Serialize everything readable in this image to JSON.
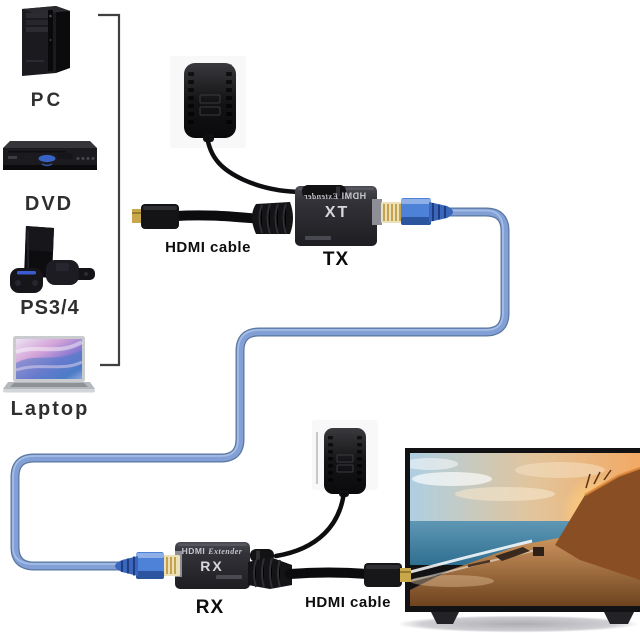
{
  "labels": {
    "pc": "PC",
    "dvd": "DVD",
    "ps34": "PS3/4",
    "laptop": "Laptop",
    "hdmi_cable_top": "HDMI cable",
    "tx": "TX",
    "rx": "RX",
    "hdmi_cable_bottom": "HDMI cable"
  },
  "units": {
    "tx": {
      "brand": "HDMI",
      "model": "Extender",
      "code": "TX",
      "text_mirrored": true
    },
    "rx": {
      "brand": "HDMI",
      "model": "Extender",
      "code": "RX",
      "text_mirrored": false
    }
  },
  "colors": {
    "background": "#ffffff",
    "ethernet_cable": "#7e9cd4",
    "ethernet_plug": "#4d82d8",
    "connector_gold": "#c8a84a",
    "unit_body": "#2b2b30",
    "device_label_text": "#2f2f2f",
    "bracket_line": "#3f3f3f"
  }
}
